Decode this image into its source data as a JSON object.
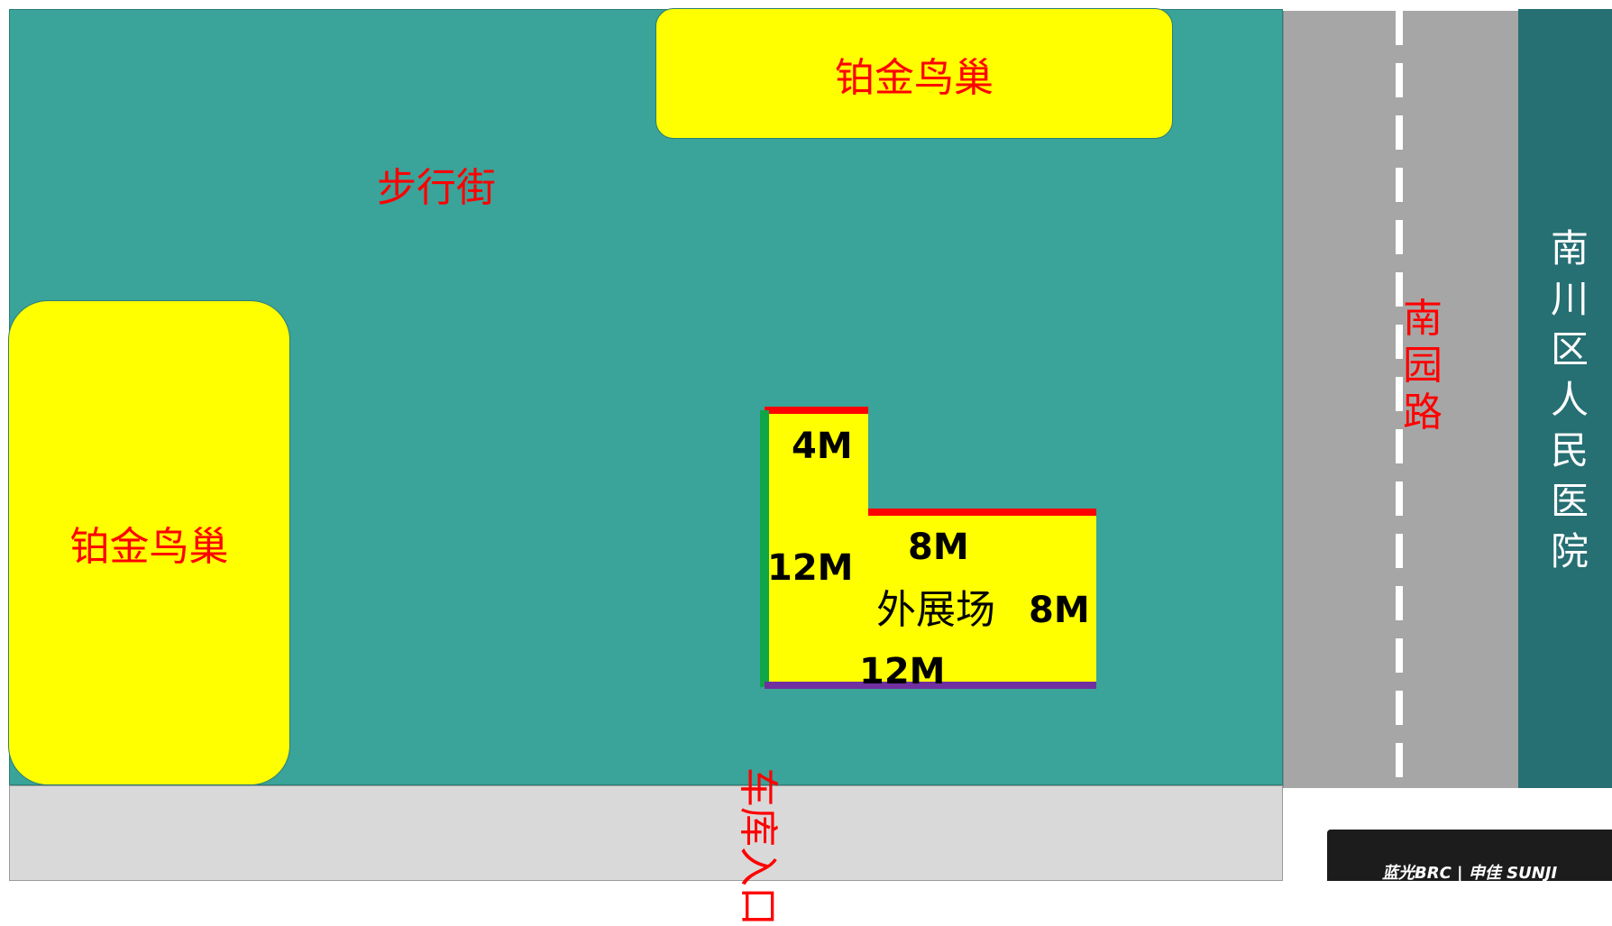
{
  "labels": {
    "top_block": "铂金鸟巢",
    "left_block": "铂金鸟巢",
    "walkway": "步行街",
    "road": "南园路",
    "hospital": "南川区人民医院",
    "garage": "车库入口",
    "exhibition": "外展场"
  },
  "dimensions": {
    "top_small": "4M",
    "top_wide": "8M",
    "left": "12M",
    "right": "8M",
    "bottom": "12M"
  },
  "logo": {
    "text": "蓝光BRC | 申佳 SUNJI"
  },
  "colors": {
    "plaza": "#3aa39a",
    "block": "#ffff00",
    "road": "#a6a6a6",
    "hospital_strip": "#266f73",
    "garage": "#d9d9d9",
    "label_red": "#ff0000",
    "edge_green": "#0fa64a",
    "edge_purple": "#7030a0"
  }
}
